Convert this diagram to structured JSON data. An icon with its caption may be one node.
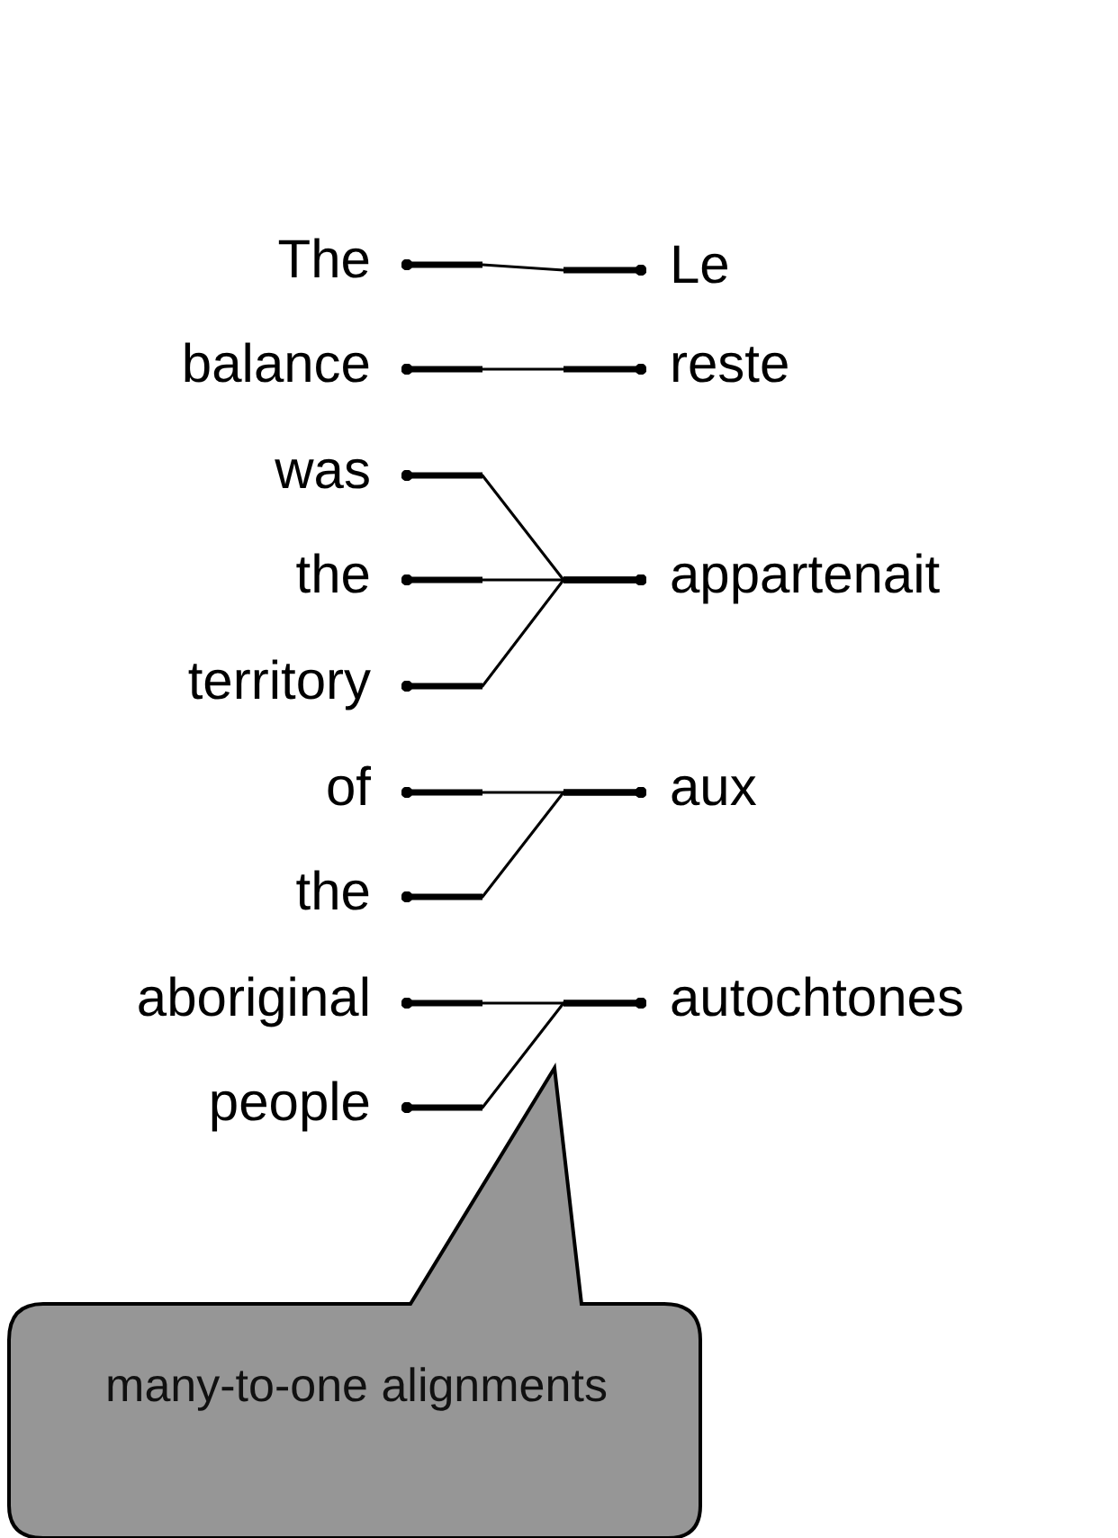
{
  "diagram": {
    "nodes": [
      {
        "text": [
          "The"
        ]
      },
      {
        "text": [
          "balance"
        ]
      },
      {
        "text": [
          "was"
        ]
      },
      {
        "text": [
          "the"
        ]
      },
      {
        "text": [
          "territory"
        ]
      },
      {
        "text": [
          "of"
        ]
      },
      {
        "text": [
          "the"
        ]
      },
      {
        "text": [
          "aboriginal"
        ]
      },
      {
        "text": [
          "people"
        ]
      },
      {
        "text": [
          "Le"
        ]
      },
      {
        "text": [
          "reste"
        ]
      },
      {
        "text": [
          "appartenait"
        ]
      },
      {
        "text": [
          "aux"
        ]
      },
      {
        "text": [
          "autochtones"
        ]
      },
      {
        "text": [
          "many-to-one alignments"
        ]
      }
    ],
    "edges": [
      {
        "from": 0,
        "to": 9,
        "arrow": "other"
      },
      {
        "from": 1,
        "to": 10,
        "arrow": "other"
      },
      {
        "from": 2,
        "to": 11,
        "arrow": "other"
      },
      {
        "from": 3,
        "to": 11,
        "arrow": "other"
      },
      {
        "from": 4,
        "to": 11,
        "arrow": "other"
      },
      {
        "from": 5,
        "to": 12,
        "arrow": "other"
      },
      {
        "from": 6,
        "to": 12,
        "arrow": "other"
      },
      {
        "from": 7,
        "to": 13,
        "arrow": "other"
      },
      {
        "from": 8,
        "to": 13,
        "arrow": "other"
      }
    ]
  }
}
